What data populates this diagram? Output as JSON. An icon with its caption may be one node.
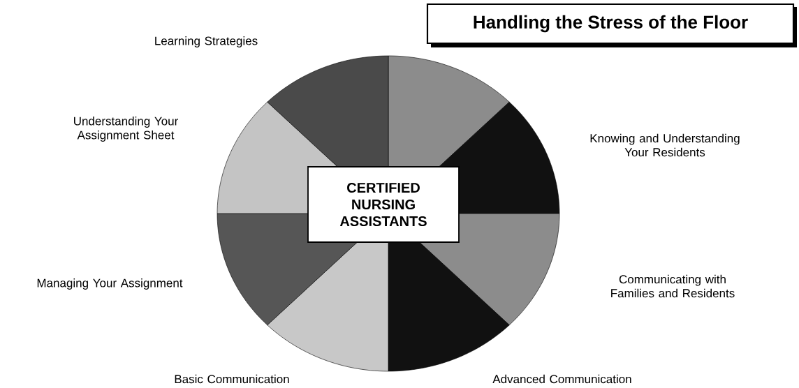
{
  "diagram": {
    "title": "Handling the Stress of the Floor",
    "nodes": [
      {
        "text": [
          "CERTIFIED NURSING ASSISTANTS"
        ]
      }
    ],
    "labels": [
      "Learning Strategies",
      "Understanding Your Assignment Sheet",
      "Knowing and Understanding Your Residents",
      "Managing Your Assignment",
      "Communicating with Families and Residents",
      "Basic Communication",
      "Advanced Communication"
    ]
  }
}
